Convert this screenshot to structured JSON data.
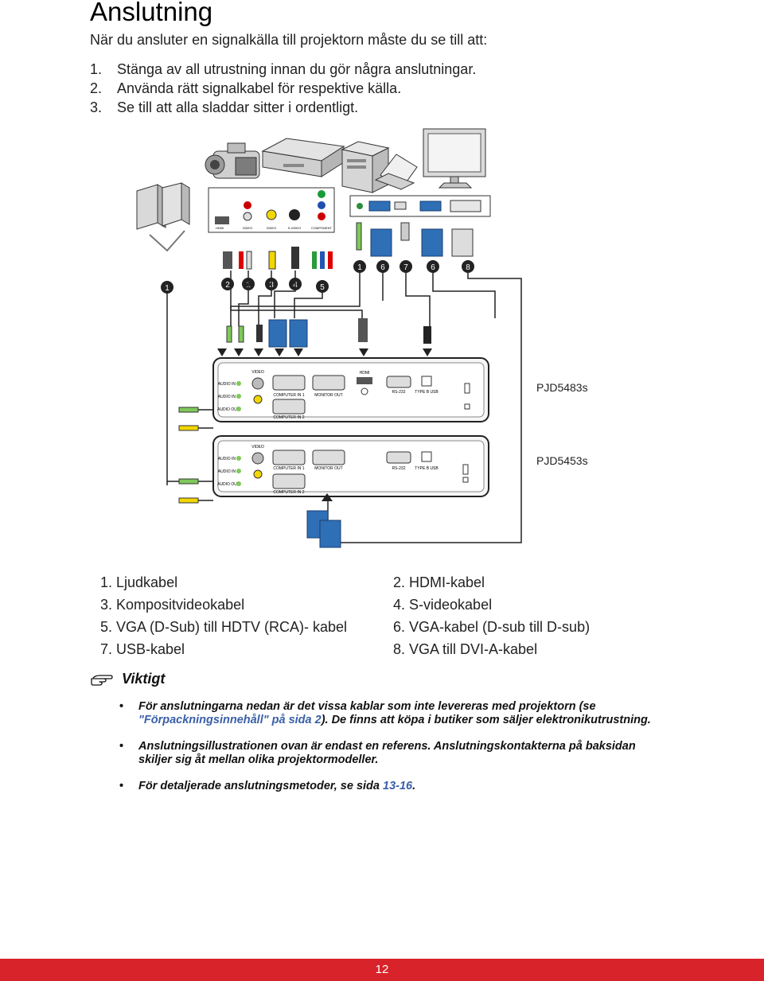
{
  "title": "Anslutning",
  "intro": "När du ansluter en signalkälla till projektorn måste du se till att:",
  "steps": [
    {
      "num": "1.",
      "text": "Stänga av all utrustning innan du gör några anslutningar."
    },
    {
      "num": "2.",
      "text": "Använda rätt signalkabel för respektive källa."
    },
    {
      "num": "3.",
      "text": "Se till att alla sladdar sitter i ordentligt."
    }
  ],
  "diagram": {
    "model_a": "PJD5483s",
    "model_b": "PJD5453s",
    "av_labels": [
      "HDMI",
      "VIDEO",
      "VIDEO",
      "S-VIDEO",
      "COMPONENT"
    ],
    "callouts_left": [
      "1",
      "2",
      "1",
      "3",
      "4",
      "5"
    ],
    "callouts_right": [
      "1",
      "6",
      "7",
      "6",
      "8"
    ],
    "panel_a": {
      "audio_in1": "AUDIO IN 1",
      "audio_in2": "AUDIO IN 2",
      "audio_out": "AUDIO OUT",
      "video": "VIDEO",
      "computer_in1": "COMPUTER IN 1",
      "computer_in2": "COMPUTER IN 2",
      "monitor_out": "MONITOR OUT",
      "hdmi": "HDMI",
      "rs232": "RS-232",
      "usb": "TYPE B USB"
    },
    "panel_b": {
      "audio_in1": "AUDIO IN 1",
      "audio_in2": "AUDIO IN 2",
      "audio_out": "AUDIO OUT",
      "video": "VIDEO",
      "computer_in1": "COMPUTER IN 1",
      "computer_in2": "COMPUTER IN 2",
      "monitor_out": "MONITOR OUT",
      "rs232": "RS-232",
      "usb": "TYPE B USB"
    }
  },
  "cables": [
    "1. Ljudkabel",
    "2. HDMI-kabel",
    "3. Kompositvideokabel",
    "4. S-videokabel",
    "5. VGA (D-Sub) till HDTV (RCA)- kabel",
    "6. VGA-kabel (D-sub till D-sub)",
    "7. USB-kabel",
    "8. VGA till DVI-A-kabel"
  ],
  "note": {
    "title": "Viktigt",
    "item1_a": "För anslutningarna nedan är det vissa kablar som inte levereras med projektorn (se ",
    "item1_link": "\"Förpackningsinnehåll\" på sida 2",
    "item1_b": "). De finns att köpa i butiker som säljer elektronikutrustning.",
    "item2": "Anslutningsillustrationen ovan är endast en referens. Anslutningskontakterna på baksidan skiljer sig åt mellan olika projektormodeller.",
    "item3_a": "För detaljerade anslutningsmetoder, se sida ",
    "item3_link": "13-16",
    "item3_b": "."
  },
  "page_number": "12",
  "colors": {
    "footer": "#d8232a",
    "link": "#3a5fa8",
    "vga_blue": "#2f6fb6"
  }
}
